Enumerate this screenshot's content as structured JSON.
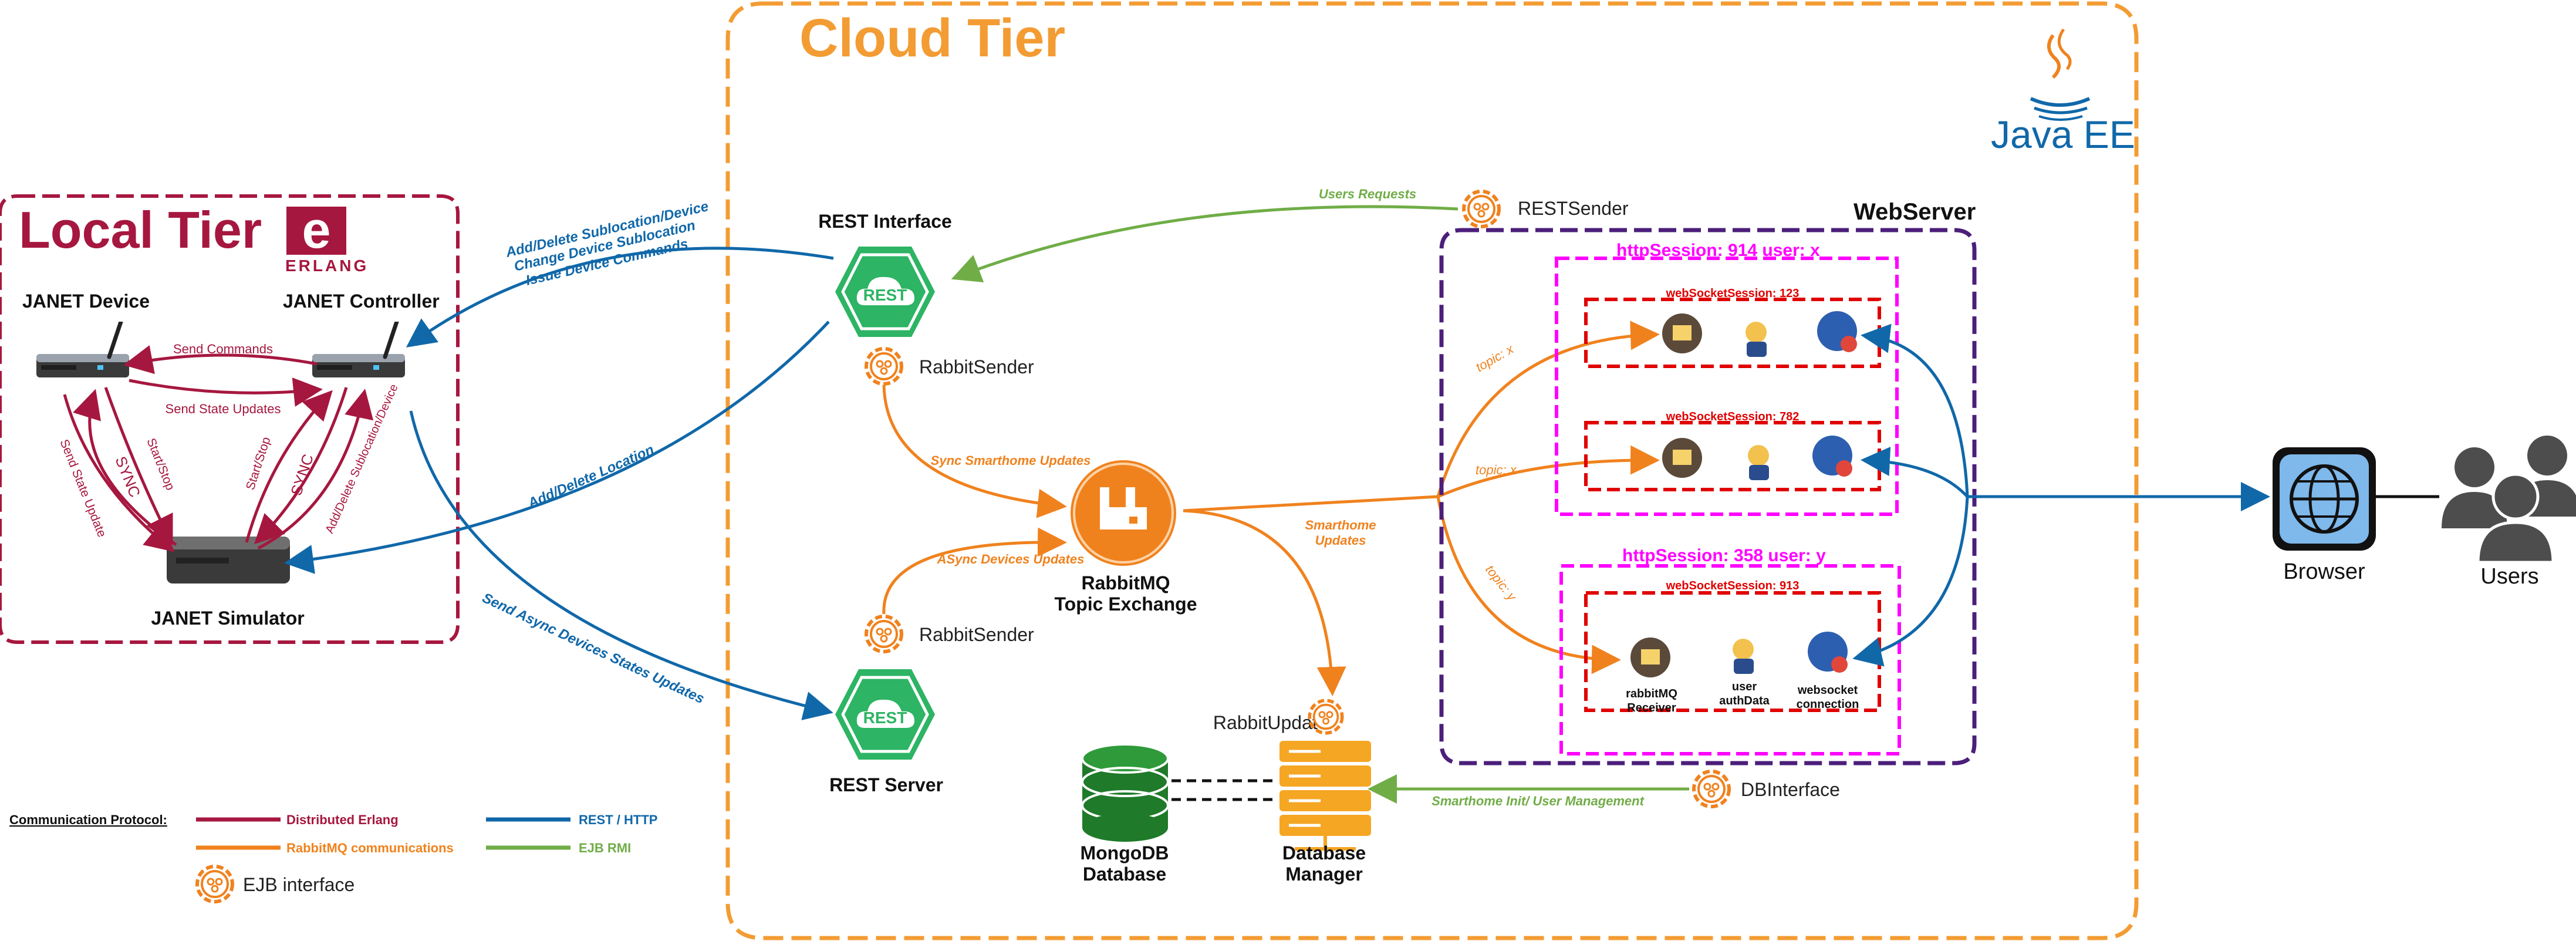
{
  "colors": {
    "erlang": "#a6173f",
    "rest": "#1068a9",
    "rabbit": "#f0821e",
    "ejb": "#70ad47",
    "cloud_border": "#f39c33",
    "webserver_border": "#4b1f7a",
    "session_border": "#ff00ff",
    "websocket_border": "#e00000",
    "rest_green": "#2db464",
    "mongo_green": "#1f7a2a",
    "db_manager": "#f5a623",
    "browser_blue": "#2e7bd6",
    "user_gray": "#4d4d4d"
  },
  "cloud_tier": {
    "title": "Cloud Tier",
    "java_logo_label": "Java EE"
  },
  "local_tier": {
    "title": "Local Tier",
    "erlang_logo_label": "ERLANG",
    "device_label": "JANET Device",
    "controller_label": "JANET Controller",
    "simulator_label": "JANET Simulator",
    "send_commands": "Send Commands",
    "send_state_updates": "Send State Updates",
    "send_state_update": "Send State Update",
    "start_stop_1": "Start/Stop",
    "start_stop_2": "Start/Stop",
    "sync_1": "SYNC",
    "sync_2": "SYNC",
    "add_delete_sublocation": "Add/Delete Sublocation/Device"
  },
  "components": {
    "rest_interface": "REST Interface",
    "rest_server": "REST Server",
    "rest_badge": "REST",
    "rabbit_sender_1": "RabbitSender",
    "rabbit_sender_2": "RabbitSender",
    "rabbitmq_line1": "RabbitMQ",
    "rabbitmq_line2": "Topic Exchange",
    "rabbit_updater": "RabbitUpdater",
    "mongodb_line1": "MongoDB",
    "mongodb_line2": "Database",
    "dbmanager_line1": "Database",
    "dbmanager_line2": "Manager",
    "rest_sender": "RESTSender",
    "db_interface": "DBInterface",
    "browser": "Browser",
    "users": "Users"
  },
  "webserver": {
    "title": "WebServer",
    "session1": "httpSession: 914 user: x",
    "session2": "httpSession: 358 user: y",
    "ws1": "webSocketSession: 123",
    "ws2": "webSocketSession: 782",
    "ws3": "webSocketSession: 913",
    "receiver_line1": "rabbitMQ",
    "receiver_line2": "Receiver",
    "authdata_line1": "user",
    "authdata_line2": "authData",
    "wsconn_line1": "websocket",
    "wsconn_line2": "connection",
    "topic_x_1": "topic: x",
    "topic_x_2": "topic: x",
    "topic_y": "topic: y"
  },
  "edges": {
    "commands_line1": "Add/Delete Sublocation/Device",
    "commands_line2": "Change Device Sublocation",
    "commands_line3": "Issue Device Commands",
    "add_delete_location": "Add/Delete Location",
    "send_async": "Send Async Devices States Updates",
    "users_requests": "Users Requests",
    "sync_smarthome": "Sync Smarthome Updates",
    "async_devices": "ASync Devices Updates",
    "smarthome_updates_line1": "Smarthome",
    "smarthome_updates_line2": "Updates",
    "smarthome_init": "Smarthome Init/ User Management"
  },
  "legend": {
    "title": "Communication Protocol:",
    "erlang": "Distributed Erlang",
    "rest": "REST / HTTP",
    "rabbit": "RabbitMQ communications",
    "ejb": "EJB RMI",
    "ejb_interface": "EJB interface"
  }
}
